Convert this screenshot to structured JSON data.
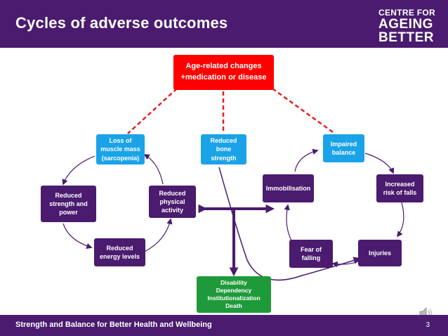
{
  "header": {
    "title": "Cycles of adverse outcomes"
  },
  "logo": {
    "line1": "CENTRE FOR",
    "line2": "AGEING",
    "line3": "BETTER"
  },
  "nodes": {
    "age_changes": "Age-related changes\n+medication or disease",
    "muscle_mass": "Loss of\nmuscle mass\n(sarcopenia)",
    "bone_strength": "Reduced\nbone\nstrength",
    "balance": "Impaired\nbalance",
    "strength_power": "Reduced\nstrength and\npower",
    "physical_activity": "Reduced\nphysical\nactivity",
    "energy_levels": "Reduced\nenergy levels",
    "immobilisation": "Immobilisation",
    "risk_falls": "Increased\nrisk of falls",
    "fear_falling": "Fear of\nfalling",
    "injuries": "Injuries",
    "outcomes": "Disability\nDependency\nInstitutionalization\nDeath"
  },
  "colors": {
    "purple": "#4a1b6e",
    "blue": "#1aa3e8",
    "red": "#ff0000",
    "green": "#1f9a3a"
  },
  "footer": {
    "text": "Strength and Balance for Better Health and Wellbeing",
    "page": "3"
  },
  "icons": {
    "audio": "speaker-icon"
  }
}
